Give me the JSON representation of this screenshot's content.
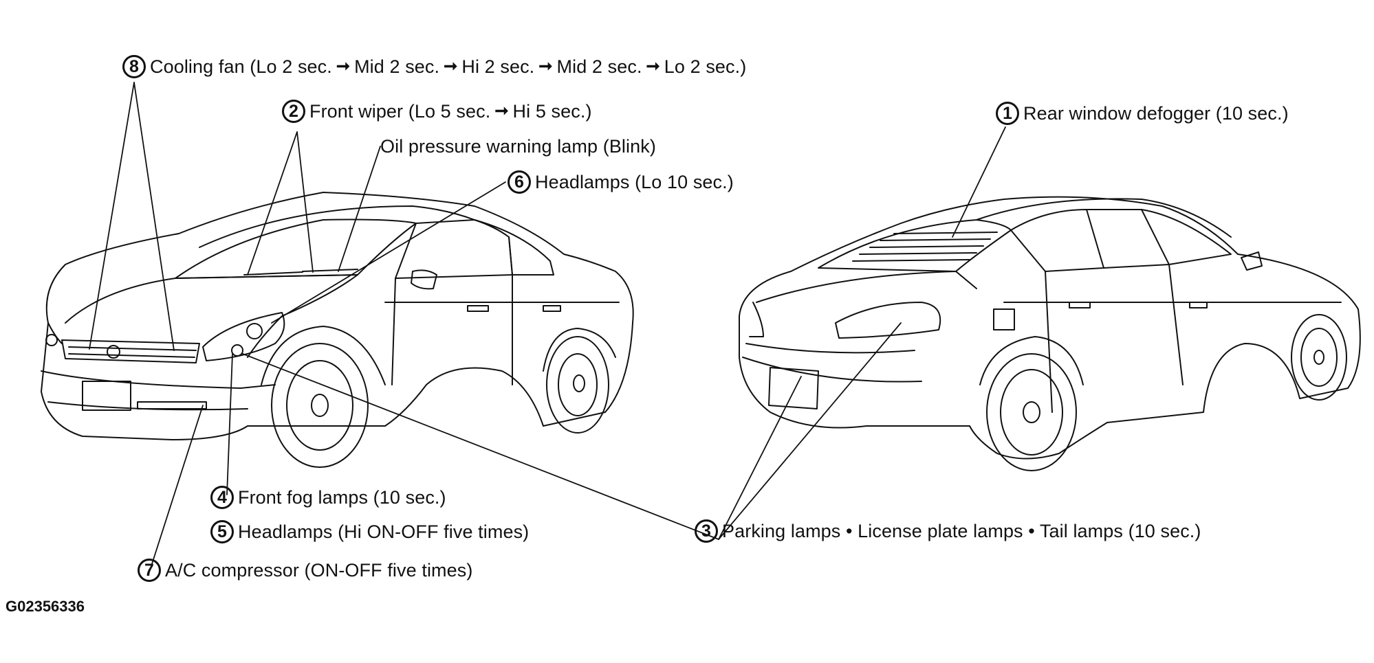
{
  "callouts": {
    "c8": {
      "num": "8",
      "pre": "Cooling fan (Lo 2 sec.",
      "s1": "Mid 2 sec.",
      "s2": "Hi 2 sec.",
      "s3": "Mid 2 sec.",
      "s4": "Lo 2 sec.)"
    },
    "c2": {
      "num": "2",
      "pre": "Front wiper (Lo 5 sec.",
      "s1": "Hi 5 sec.)"
    },
    "oil": {
      "text": "Oil pressure warning lamp (Blink)"
    },
    "c6": {
      "num": "6",
      "text": "Headlamps (Lo 10 sec.)"
    },
    "c1": {
      "num": "1",
      "text": "Rear window defogger (10 sec.)"
    },
    "c4": {
      "num": "4",
      "text": "Front fog lamps (10 sec.)"
    },
    "c5": {
      "num": "5",
      "text": "Headlamps (Hi ON-OFF five times)"
    },
    "c7": {
      "num": "7",
      "text": "A/C compressor (ON-OFF five times)"
    },
    "c3": {
      "num": "3",
      "text": "Parking lamps • License plate lamps • Tail lamps (10 sec.)"
    }
  },
  "arrow_glyph": "➞",
  "figure_id": "G02356336"
}
